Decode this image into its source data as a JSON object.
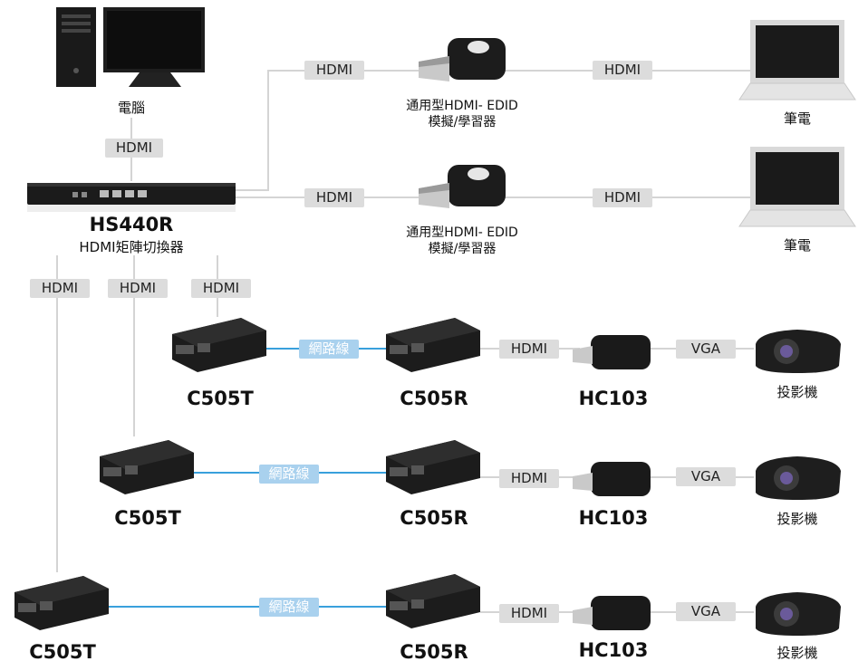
{
  "labels": {
    "computer": "電腦",
    "switcher_model": "HS440R",
    "switcher_desc": "HDMI矩陣切換器",
    "hdmi": "HDMI",
    "vga": "VGA",
    "net_cable": "網路線",
    "edid_line1": "通用型HDMI- EDID",
    "edid_line2": "模擬/學習器",
    "laptop": "筆電",
    "transmitter": "C505T",
    "receiver": "C505R",
    "converter": "HC103",
    "projector": "投影機"
  },
  "colors": {
    "line_gray": "#d4d4d4",
    "line_blue": "#39a0dc",
    "pill_gray": "#dcdcdc",
    "pill_blue": "#a9d1ee"
  }
}
